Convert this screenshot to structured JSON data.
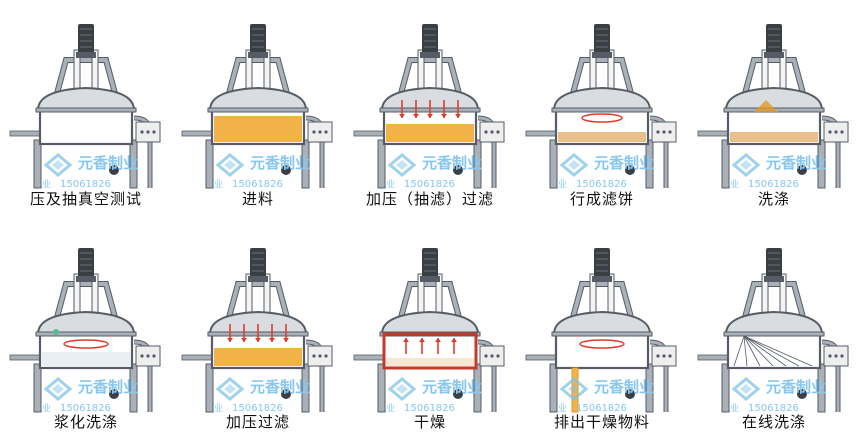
{
  "steps": [
    {
      "label": "压及抽真空测试",
      "fill": "none"
    },
    {
      "label": "进料",
      "fill": "slurry-full"
    },
    {
      "label": "加压（抽滤）过滤",
      "fill": "slurry-pressure"
    },
    {
      "label": "行成滤饼",
      "fill": "cake-rotate"
    },
    {
      "label": "洗涤",
      "fill": "wash"
    },
    {
      "label": "浆化洗涤",
      "fill": "reslurry"
    },
    {
      "label": "加压过滤",
      "fill": "slurry-pressure"
    },
    {
      "label": "干燥",
      "fill": "dry"
    },
    {
      "label": "排出干燥物料",
      "fill": "discharge"
    },
    {
      "label": "在线洗涤",
      "fill": "cip"
    }
  ],
  "watermark": {
    "brand": "元香制业",
    "phone": "15061826",
    "prefix": "业"
  },
  "colors": {
    "slurry": "#f2b24a",
    "slurry_dark": "#e39a2a",
    "cake": "#e9c08a",
    "dry_wall": "#c23a2a",
    "arrow": "#e23a2a",
    "steel": "#a9b0b8",
    "steel_dark": "#555c66",
    "motor": "#3a3f45",
    "watermark": "#7fc3e6",
    "watermark_text": "#88c7f0"
  }
}
